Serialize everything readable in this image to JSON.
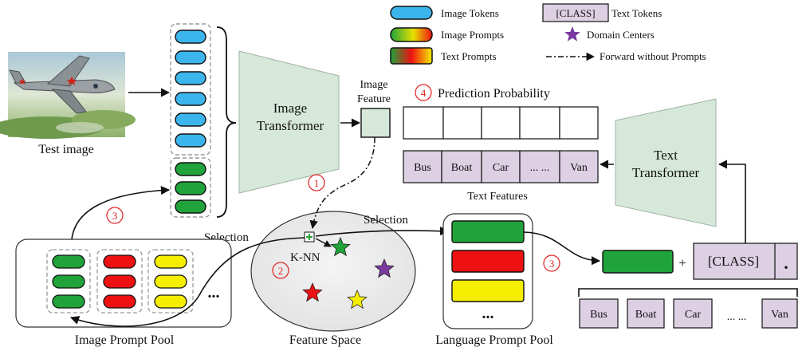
{
  "legend": {
    "image_tokens": "Image Tokens",
    "image_prompts": "Image Prompts",
    "text_prompts": "Text Prompts",
    "class_token": "[CLASS]",
    "text_tokens": "Text Tokens",
    "domain_centers": "Domain Centers",
    "forward_without_prompts": "Forward without Prompts"
  },
  "test_image_label": "Test image",
  "image_transformer": {
    "line1": "Image",
    "line2": "Transformer"
  },
  "image_feature": {
    "line1": "Image",
    "line2": "Feature"
  },
  "prediction_probability": "Prediction Probability",
  "text_features": {
    "label": "Text Features",
    "cells": [
      "Bus",
      "Boat",
      "Car",
      "... ...",
      "Van"
    ]
  },
  "text_transformer": {
    "line1": "Text",
    "line2": "Transformer"
  },
  "feature_space": {
    "label": "Feature Space",
    "knn": "K-NN",
    "selection_left": "Selection",
    "selection_right": "Selection"
  },
  "image_prompt_pool": {
    "label": "Image Prompt Pool",
    "ellipsis": "..."
  },
  "language_prompt_pool": {
    "label": "Language Prompt Pool",
    "ellipsis": "..."
  },
  "class_concat": {
    "plus": "+",
    "class_label": "[CLASS]",
    "dot": "."
  },
  "class_words": [
    "Bus",
    "Boat",
    "Car",
    "... ...",
    "Van"
  ],
  "steps": [
    "1",
    "2",
    "3",
    "3",
    "4"
  ],
  "colors": {
    "image_token": "#3cb4ec",
    "green_prompt": "#1fa33a",
    "red_prompt": "#ee1111",
    "yellow_prompt": "#f5ee00",
    "transformer": "#d6e8d9",
    "text_token": "#ddd0e3",
    "domain_star": "#7a3aa0",
    "step_red": "#e02020"
  }
}
